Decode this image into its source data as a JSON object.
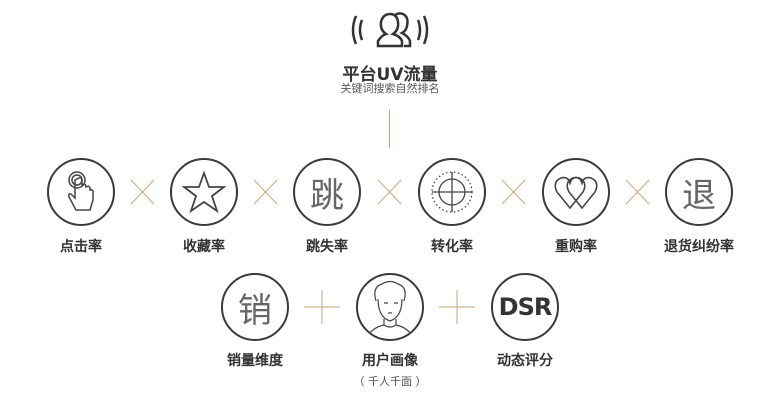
{
  "header": {
    "title": "平台UV流量",
    "subtitle": "关键词搜索自然排名"
  },
  "row1": [
    {
      "label": "点击率",
      "icon": "hand-click-icon"
    },
    {
      "label": "收藏率",
      "icon": "star-icon"
    },
    {
      "label": "跳失率",
      "icon": "glyph",
      "glyph": "跳"
    },
    {
      "label": "转化率",
      "icon": "crosshair-icon"
    },
    {
      "label": "重购率",
      "icon": "hearts-icon"
    },
    {
      "label": "退货纠纷率",
      "icon": "glyph",
      "glyph": "退"
    }
  ],
  "row2": [
    {
      "label": "销量维度",
      "icon": "glyph",
      "glyph": "销"
    },
    {
      "label": "用户画像",
      "sub": "（ 千人千面 ）",
      "icon": "person-icon"
    },
    {
      "label": "动态评分",
      "icon": "text",
      "glyph": "DSR"
    }
  ],
  "colors": {
    "connector": "#c9a67a",
    "stroke": "#3a3a3a"
  }
}
